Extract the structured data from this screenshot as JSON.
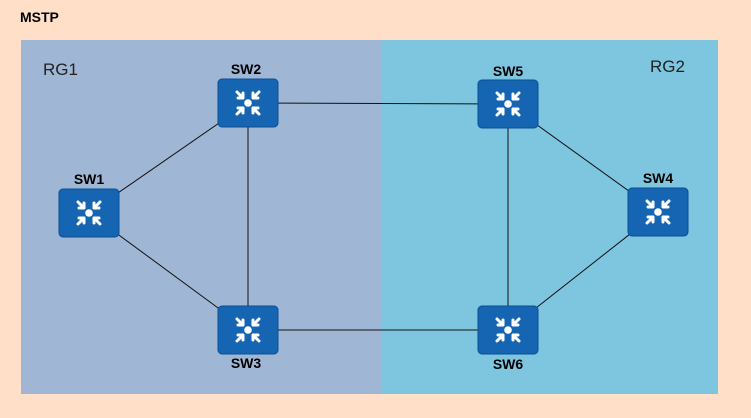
{
  "title": "MSTP",
  "colors": {
    "page_bg": "#FFDFC7",
    "region1_bg": "#9FB7D5",
    "region2_bg": "#7EC6DF",
    "switch_fill": "#1565B3",
    "switch_border": "#0B4F93"
  },
  "regions": [
    {
      "id": "rg1",
      "label": "RG1"
    },
    {
      "id": "rg2",
      "label": "RG2"
    }
  ],
  "switches": {
    "sw1": {
      "label": "SW1",
      "icon": "layer3-switch-icon"
    },
    "sw2": {
      "label": "SW2",
      "icon": "layer3-switch-icon"
    },
    "sw3": {
      "label": "SW3",
      "icon": "layer3-switch-icon"
    },
    "sw4": {
      "label": "SW4",
      "icon": "layer3-switch-icon"
    },
    "sw5": {
      "label": "SW5",
      "icon": "layer3-switch-icon"
    },
    "sw6": {
      "label": "SW6",
      "icon": "layer3-switch-icon"
    }
  },
  "links": [
    [
      "sw1",
      "sw2"
    ],
    [
      "sw1",
      "sw3"
    ],
    [
      "sw2",
      "sw3"
    ],
    [
      "sw2",
      "sw5"
    ],
    [
      "sw3",
      "sw6"
    ],
    [
      "sw5",
      "sw6"
    ],
    [
      "sw5",
      "sw4"
    ],
    [
      "sw6",
      "sw4"
    ]
  ]
}
